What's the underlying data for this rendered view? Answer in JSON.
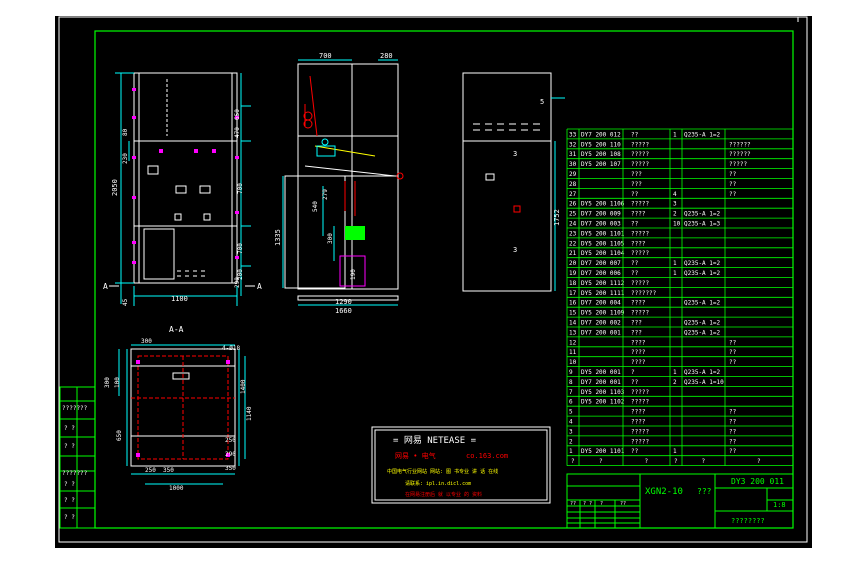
{
  "drawing": {
    "section_label": "A-A",
    "section_marks": [
      "A",
      "A"
    ],
    "front_view": {
      "dims": [
        "1100",
        "2050",
        "80",
        "230",
        "650",
        "470",
        "700",
        "700",
        "200",
        "290",
        "45"
      ]
    },
    "side_view": {
      "dims_top": [
        "700",
        "280"
      ],
      "dims_bottom": [
        "1290",
        "1660"
      ],
      "dims_left": [
        "1335",
        "540",
        "279",
        "300",
        "190"
      ]
    },
    "rear_view": {
      "dims": [
        "5",
        "1752",
        "3",
        "3"
      ]
    },
    "plan_view": {
      "dims": [
        "300",
        "4-Ø18",
        "300",
        "100",
        "650",
        "1140",
        "1400",
        "250",
        "350",
        "350",
        "290",
        "250",
        "1000"
      ]
    },
    "stamp": {
      "title": "= 网易 NETEASE =",
      "line1": "网易 • 电气",
      "line1b": "co.163.com",
      "line2": "中国电气行业网站 网站: 图 书专业 讲 话 在线",
      "line3": "请联系:  ipl.in.dicl.com",
      "line4": "在网易注册后 就 以专业 的 资料"
    }
  },
  "parts_table": {
    "rows": [
      {
        "no": "33",
        "code": "DY7 200 012",
        "name": "??",
        "qty": "1",
        "material": "Q235-A 1=2",
        "remark": ""
      },
      {
        "no": "32",
        "code": "DY5 200 110",
        "name": "?????",
        "qty": "",
        "material": "",
        "remark": "??????"
      },
      {
        "no": "31",
        "code": "DY5 200 108",
        "name": "?????",
        "qty": "",
        "material": "",
        "remark": "??????"
      },
      {
        "no": "30",
        "code": "DY5 200 107",
        "name": "?????",
        "qty": "",
        "material": "",
        "remark": "?????"
      },
      {
        "no": "29",
        "code": "",
        "name": "???",
        "qty": "",
        "material": "",
        "remark": "??"
      },
      {
        "no": "28",
        "code": "",
        "name": "???",
        "qty": "",
        "material": "",
        "remark": "??"
      },
      {
        "no": "27",
        "code": "",
        "name": "??",
        "qty": "4",
        "material": "",
        "remark": "??"
      },
      {
        "no": "26",
        "code": "DY5 200 1106",
        "name": "?????",
        "qty": "3",
        "material": "",
        "remark": ""
      },
      {
        "no": "25",
        "code": "DY7 200 009",
        "name": "????",
        "qty": "2",
        "material": "Q235-A 1=2",
        "remark": ""
      },
      {
        "no": "24",
        "code": "DY7 200 003",
        "name": "??",
        "qty": "10",
        "material": "Q235-A 1=3",
        "remark": ""
      },
      {
        "no": "23",
        "code": "DY5 200 1101",
        "name": "?????",
        "qty": "",
        "material": "",
        "remark": ""
      },
      {
        "no": "22",
        "code": "DY5 200 1105",
        "name": "????",
        "qty": "",
        "material": "",
        "remark": ""
      },
      {
        "no": "21",
        "code": "DY5 200 1104",
        "name": "?????",
        "qty": "",
        "material": "",
        "remark": ""
      },
      {
        "no": "20",
        "code": "DY7 200 007",
        "name": "??",
        "qty": "1",
        "material": "Q235-A 1=2",
        "remark": ""
      },
      {
        "no": "19",
        "code": "DY7 200 006",
        "name": "??",
        "qty": "1",
        "material": "Q235-A 1=2",
        "remark": ""
      },
      {
        "no": "18",
        "code": "DY5 200 1112",
        "name": "?????",
        "qty": "",
        "material": "",
        "remark": ""
      },
      {
        "no": "17",
        "code": "DY5 200 1111",
        "name": "???????",
        "qty": "",
        "material": "",
        "remark": ""
      },
      {
        "no": "16",
        "code": "DY7 200 004",
        "name": "????",
        "qty": "",
        "material": "Q235-A 1=2",
        "remark": ""
      },
      {
        "no": "15",
        "code": "DY5 200 1109",
        "name": "?????",
        "qty": "",
        "material": "",
        "remark": ""
      },
      {
        "no": "14",
        "code": "DY7 200 002",
        "name": "???",
        "qty": "",
        "material": "Q235-A 1=2",
        "remark": ""
      },
      {
        "no": "13",
        "code": "DY7 200 001",
        "name": "???",
        "qty": "",
        "material": "Q235-A 1=2",
        "remark": ""
      },
      {
        "no": "12",
        "code": "",
        "name": "????",
        "qty": "",
        "material": "",
        "remark": "??"
      },
      {
        "no": "11",
        "code": "",
        "name": "????",
        "qty": "",
        "material": "",
        "remark": "??"
      },
      {
        "no": "10",
        "code": "",
        "name": "????",
        "qty": "",
        "material": "",
        "remark": "??"
      },
      {
        "no": "9",
        "code": "DY5 200 001",
        "name": "?",
        "qty": "1",
        "material": "Q235-A 1=2",
        "remark": ""
      },
      {
        "no": "8",
        "code": "DY7 200 001",
        "name": "??",
        "qty": "2",
        "material": "Q235-A 1=10",
        "remark": ""
      },
      {
        "no": "7",
        "code": "DY5 200 1103",
        "name": "?????",
        "qty": "",
        "material": "",
        "remark": ""
      },
      {
        "no": "6",
        "code": "DY5 200 1102",
        "name": "?????",
        "qty": "",
        "material": "",
        "remark": ""
      },
      {
        "no": "5",
        "code": "",
        "name": "????",
        "qty": "",
        "material": "",
        "remark": "??"
      },
      {
        "no": "4",
        "code": "",
        "name": "????",
        "qty": "",
        "material": "",
        "remark": "??"
      },
      {
        "no": "3",
        "code": "",
        "name": "?????",
        "qty": "",
        "material": "",
        "remark": "??"
      },
      {
        "no": "2",
        "code": "",
        "name": "?????",
        "qty": "",
        "material": "",
        "remark": "??"
      },
      {
        "no": "1",
        "code": "DY5 200 1101",
        "name": "??",
        "qty": "1",
        "material": "",
        "remark": "??"
      }
    ],
    "header": [
      "?",
      "?",
      "?",
      "?",
      "?",
      "?"
    ]
  },
  "title_block": {
    "model": "XGN2-10",
    "name": "???",
    "drawing_no": "DY3 200 011",
    "sheet": "1:8",
    "company": "????????",
    "small_cells": [
      "??",
      "? ?",
      "?",
      "??"
    ]
  },
  "side_stamps": [
    "???????",
    "?  ?",
    "?  ?",
    "???????",
    "?  ?",
    "?  ?",
    "?  ?"
  ],
  "colors": {
    "sheet_bg": "#000000",
    "border": "#ffffff",
    "frame": "#00ff00",
    "lines_white": "#ffffff",
    "lines_cyan": "#00ffff",
    "lines_magenta": "#ff00ff",
    "lines_red": "#ff0000",
    "lines_yellow": "#ffff00",
    "text_green": "#00ff00"
  }
}
